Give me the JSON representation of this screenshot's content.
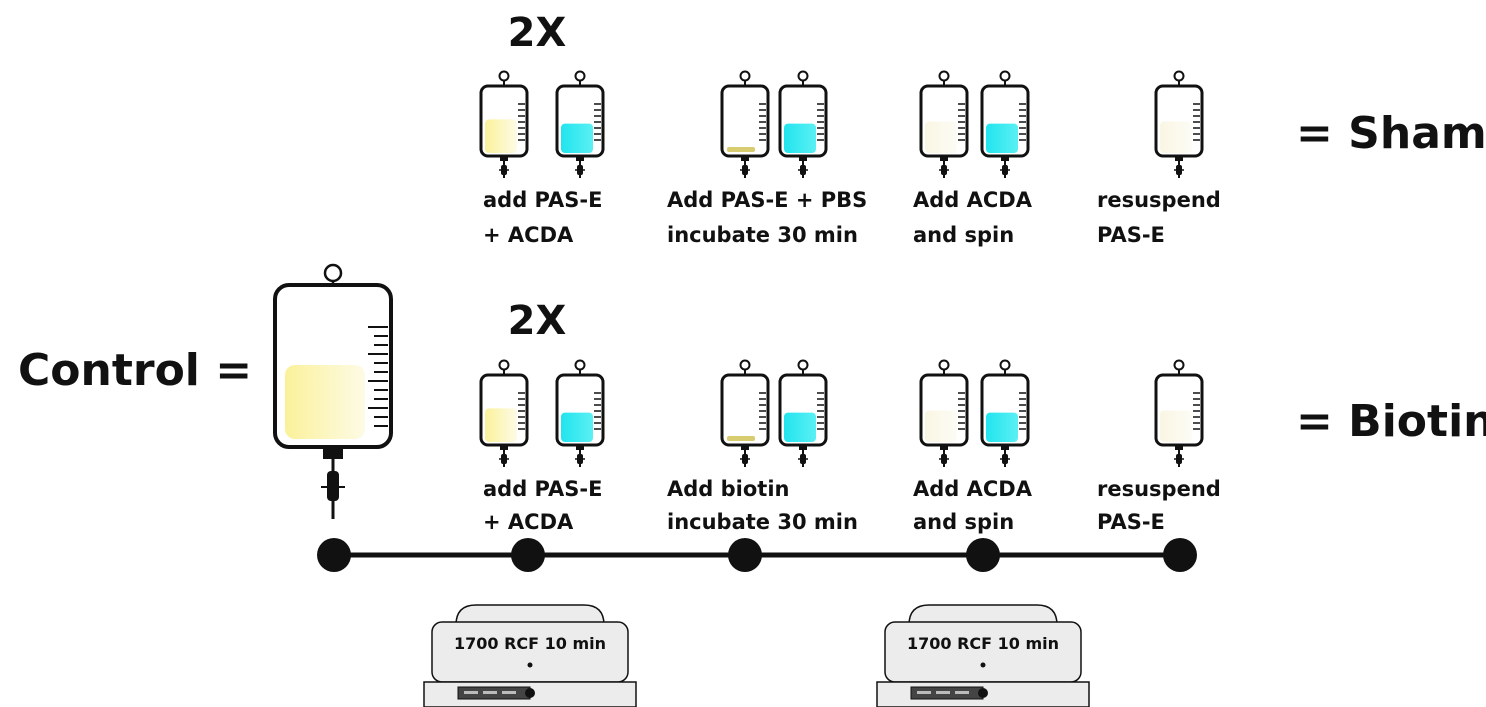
{
  "colors": {
    "yellow": "#fbf5a8",
    "cyan": "#22e4ee",
    "cream": "#fbf8ea",
    "sediment": "#d8cc70",
    "outline": "#111111",
    "device": "#ececec"
  },
  "control_label": "Control =",
  "rows": [
    {
      "repeat": "2X",
      "result": "= Sham",
      "steps": [
        {
          "line1": "add PAS-E",
          "line2": "+ ACDA"
        },
        {
          "line1": "Add PAS-E + PBS",
          "line2": "incubate 30 min"
        },
        {
          "line1": "Add ACDA",
          "line2": "and spin"
        },
        {
          "line1": "resuspend",
          "line2": "PAS-E"
        }
      ]
    },
    {
      "repeat": "2X",
      "result": "= Biotin",
      "steps": [
        {
          "line1": "add PAS-E",
          "line2": "+ ACDA"
        },
        {
          "line1": "Add biotin",
          "line2": "incubate 30 min"
        },
        {
          "line1": "Add ACDA",
          "line2": "and spin"
        },
        {
          "line1": "resuspend",
          "line2": "PAS-E"
        }
      ]
    }
  ],
  "centrifuges": [
    {
      "label": "1700 RCF 10 min"
    },
    {
      "label": "1700 RCF 10 min"
    }
  ],
  "icons": {
    "bag": "iv-bag-icon",
    "node": "timeline-node",
    "centrifuge": "centrifuge-icon"
  }
}
